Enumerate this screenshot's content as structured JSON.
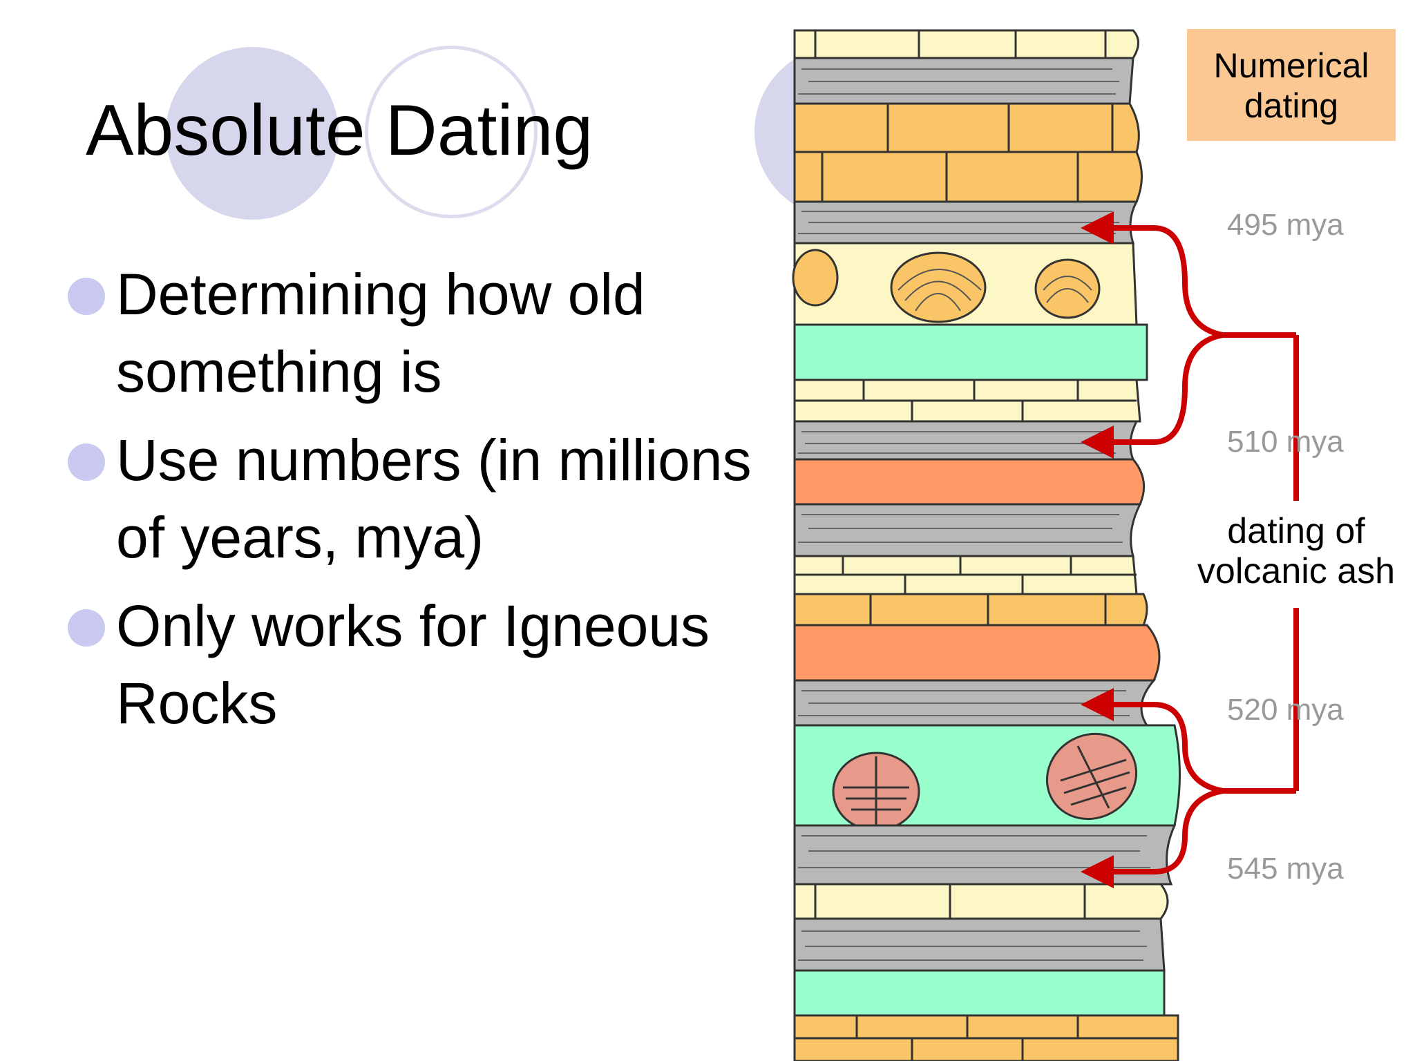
{
  "slide": {
    "title": "Absolute Dating",
    "bullets": [
      "Determining how old something is",
      "Use numbers (in millions of years, mya)",
      "Only works for Igneous Rocks"
    ]
  },
  "diagram": {
    "box_label_line1": "Numerical",
    "box_label_line2": "dating",
    "mid_label_line1": "dating of",
    "mid_label_line2": "volcanic ash",
    "ages": [
      "495 mya",
      "510 mya",
      "520 mya",
      "545 mya"
    ],
    "layers": [
      "sandstone",
      "shale",
      "limestone",
      "shale",
      "fossil-shells",
      "green",
      "sandstone",
      "shale",
      "volcanic-ash",
      "shale",
      "sandstone",
      "limestone",
      "volcanic-ash",
      "shale",
      "fossil-trilobites",
      "shale",
      "sandstone",
      "shale",
      "green",
      "limestone"
    ],
    "colors": {
      "sandstone": "#fdf7c6",
      "limestone": "#f9c566",
      "shale": "#b8b8b8",
      "green": "#99ffcc",
      "volcanic_ash": "#ff9966",
      "arrow": "#cc0000",
      "label_box": "#fbc894",
      "age_text": "#999999"
    }
  }
}
